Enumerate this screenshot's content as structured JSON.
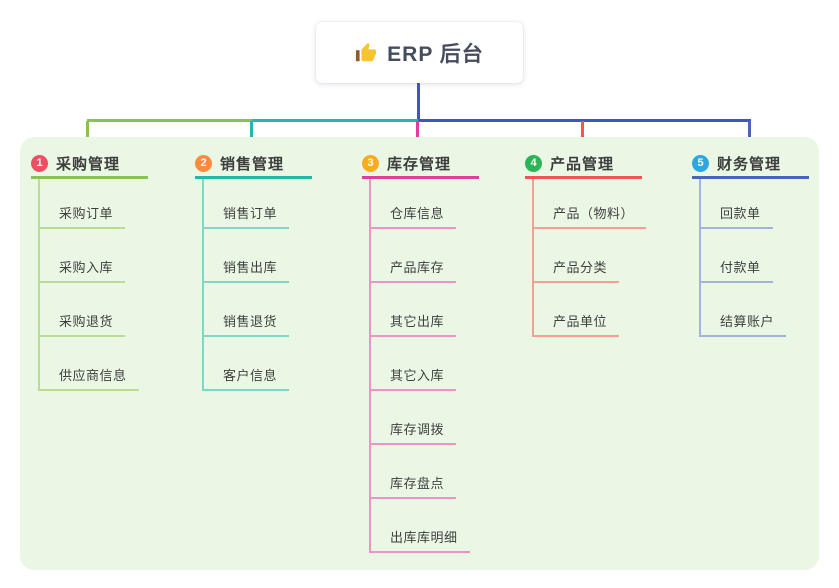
{
  "root": {
    "title": "ERP 后台",
    "icon": "thumbs-up-icon"
  },
  "colors": {
    "panel_bg": "#ebf7e5",
    "bus_blue": "#4353c3",
    "root_text": "#454c5e",
    "node_text": "#3f3f3f",
    "thumb_yellow": "#f7c430",
    "thumb_cuff": "#8d5c2a"
  },
  "branches": [
    {
      "num": "1",
      "title": "采购管理",
      "badge_color": "#ef4f63",
      "line_color": "#8bc152",
      "child_color": "#badd92",
      "children": [
        "采购订单",
        "采购入库",
        "采购退货",
        "供应商信息"
      ]
    },
    {
      "num": "2",
      "title": "销售管理",
      "badge_color": "#fb8c3e",
      "line_color": "#29b5aa",
      "child_color": "#7fd6cb",
      "children": [
        "销售订单",
        "销售出库",
        "销售退货",
        "客户信息"
      ]
    },
    {
      "num": "3",
      "title": "库存管理",
      "badge_color": "#fbab1f",
      "line_color": "#dd3f9f",
      "child_color": "#ef92c8",
      "children": [
        "仓库信息",
        "产品库存",
        "其它出库",
        "其它入库",
        "库存调拨",
        "库存盘点",
        "出库库明细"
      ]
    },
    {
      "num": "4",
      "title": "产品管理",
      "badge_color": "#2db457",
      "line_color": "#f45351",
      "child_color": "#f79d95",
      "children": [
        "产品（物料）",
        "产品分类",
        "产品单位"
      ]
    },
    {
      "num": "5",
      "title": "财务管理",
      "badge_color": "#2ca7e0",
      "line_color": "#4a66bb",
      "child_color": "#a3b3dc",
      "children": [
        "回款单",
        "付款单",
        "结算账户"
      ]
    }
  ]
}
